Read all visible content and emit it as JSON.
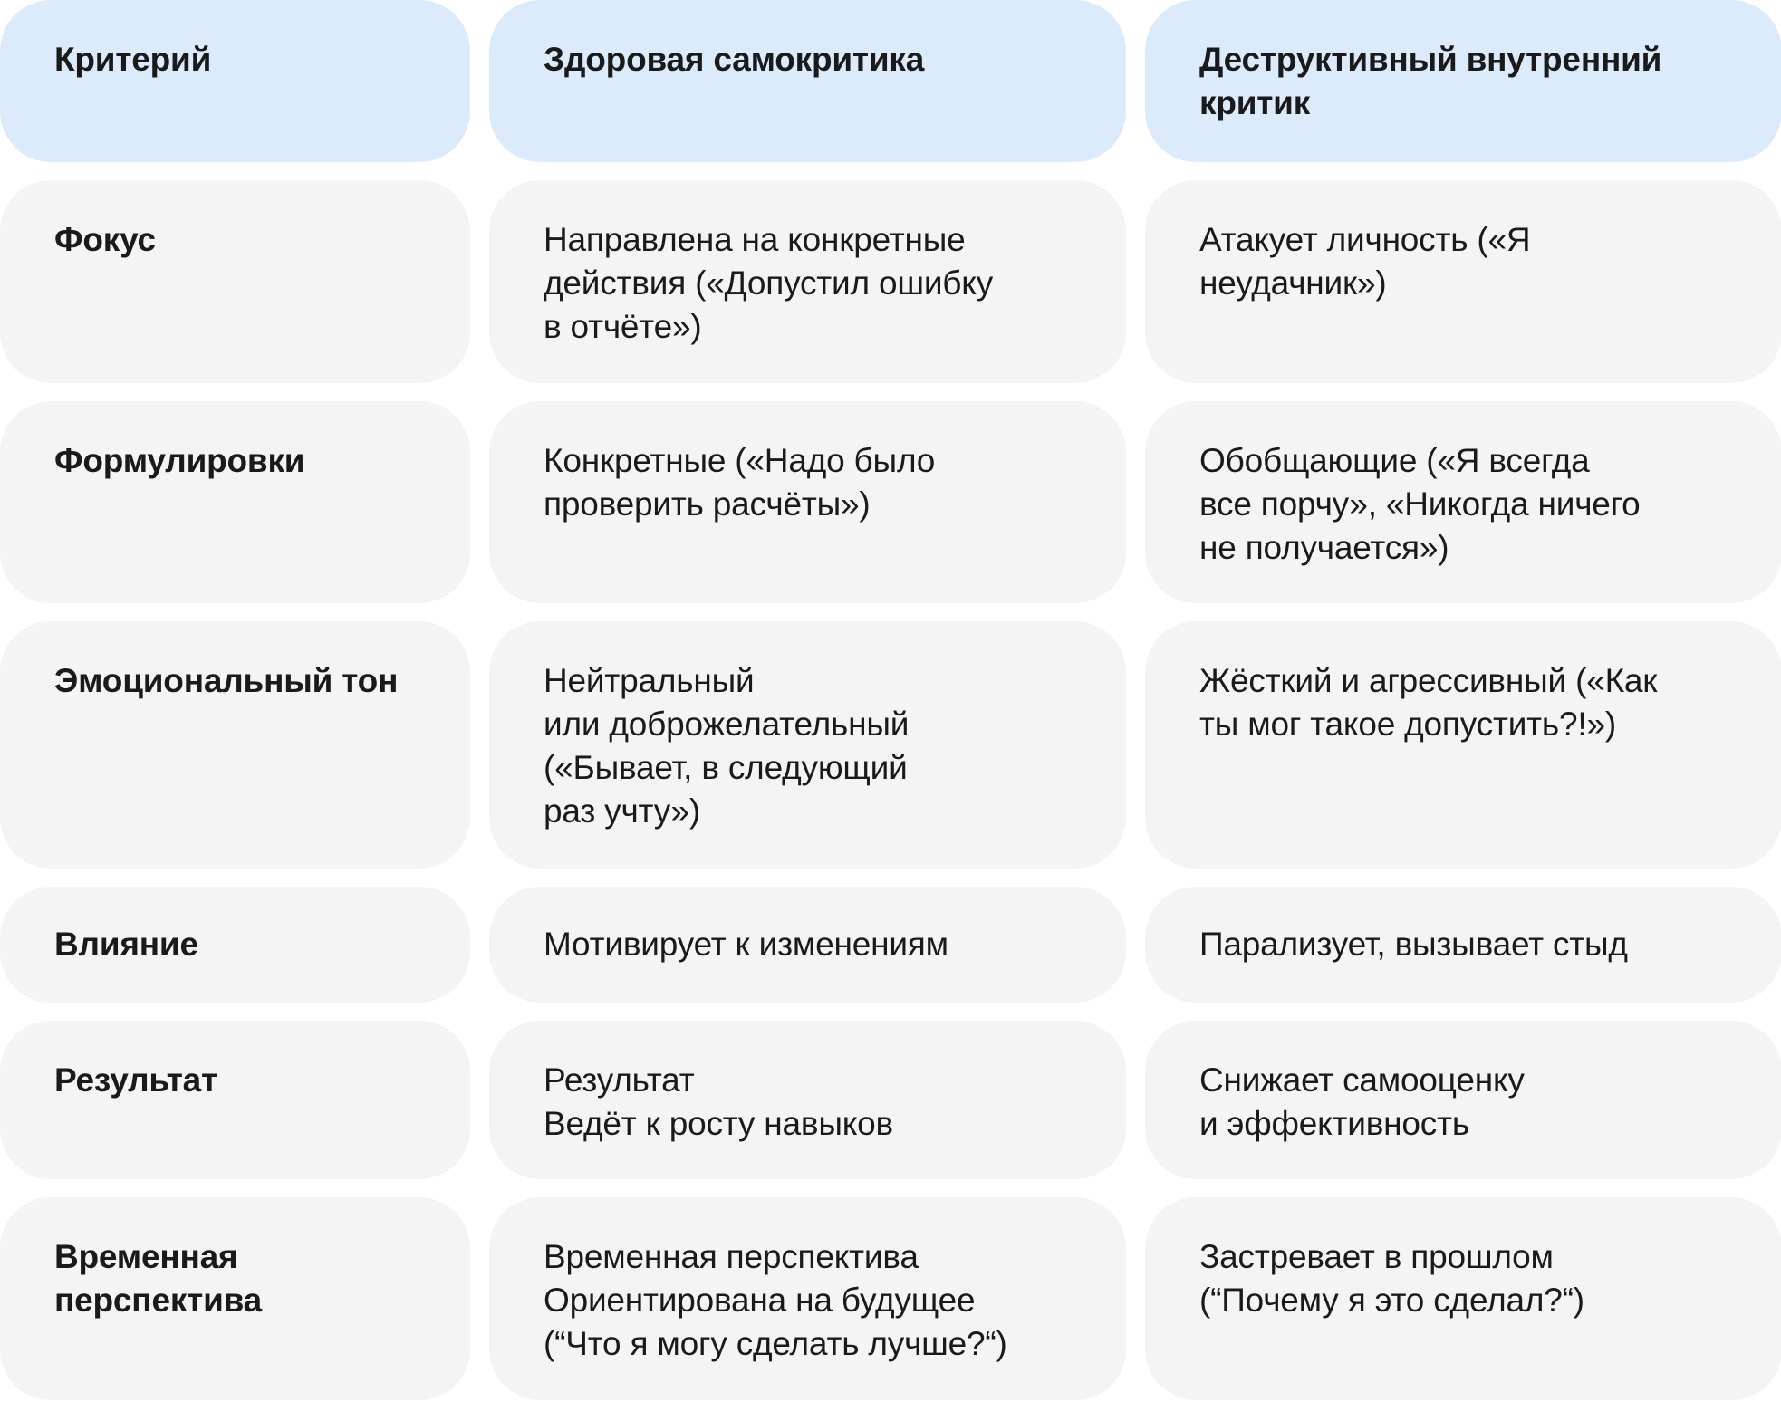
{
  "header": [
    "Критерий",
    "Здоровая самокритика",
    "Деструктивный внутренний\nкритик"
  ],
  "rows": [
    {
      "criterion": "Фокус",
      "healthy": "Направлена на конкретные\nдействия («Допустил ошибку\nв отчёте»)",
      "destructive": "Атакует личность («Я\nнеудачник»)"
    },
    {
      "criterion": "Формулировки",
      "healthy": "Конкретные («Надо было\nпроверить расчёты»)",
      "destructive": "Обобщающие («Я всегда\nвсе порчу», «Никогда ничего\nне получается»)"
    },
    {
      "criterion": "Эмоциональный тон",
      "healthy": "Нейтральный\nили доброжелательный\n(«Бывает, в следующий\nраз учту»)",
      "destructive": "Жёсткий и агрессивный («Как\nты мог такое допустить?!»)"
    },
    {
      "criterion": "Влияние",
      "healthy": "Мотивирует к изменениям",
      "destructive": "Парализует, вызывает стыд"
    },
    {
      "criterion": "Результат",
      "healthy": "Результат\nВедёт к росту навыков",
      "destructive": "Снижает самооценку\nи эффективность"
    },
    {
      "criterion": "Временная\nперспектива",
      "healthy": "Временная перспектива\nОриентирована на будущее\n(“Что я могу сделать лучше?“)",
      "destructive": "Застревает в прошлом\n(“Почему я это сделал?“)"
    }
  ]
}
